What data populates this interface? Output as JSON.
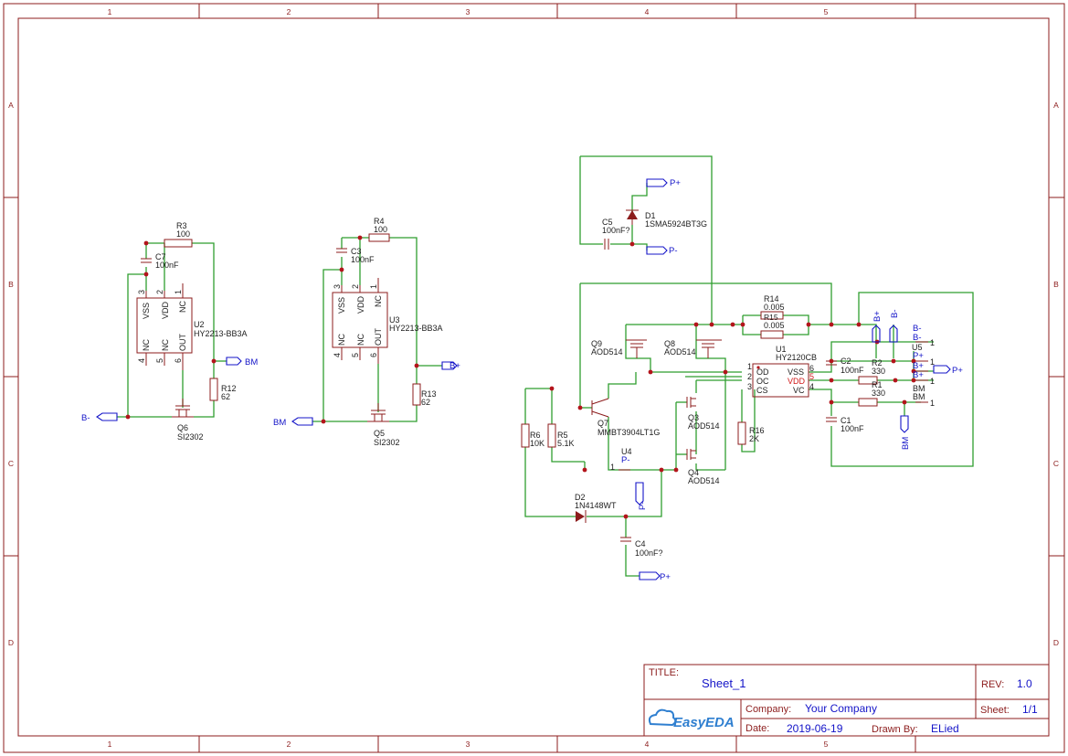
{
  "title_block": {
    "title_label": "TITLE:",
    "title_value": "Sheet_1",
    "rev_label": "REV:",
    "rev_value": "1.0",
    "company_label": "Company:",
    "company_value": "Your Company",
    "sheet_label": "Sheet:",
    "sheet_value": "1/1",
    "date_label": "Date:",
    "date_value": "2019-06-19",
    "drawn_label": "Drawn By:",
    "drawn_value": "ELied",
    "logo_text": "EasyEDA"
  },
  "zones": {
    "cols": [
      "1",
      "2",
      "3",
      "4",
      "5"
    ],
    "rows": [
      "A",
      "B",
      "C",
      "D"
    ]
  },
  "components": {
    "r3": {
      "ref": "R3",
      "val": "100"
    },
    "c7": {
      "ref": "C7",
      "val": "100nF"
    },
    "u2": {
      "ref": "U2",
      "val": "HY2213-BB3A",
      "pins_top": [
        "VSS",
        "VDD",
        "NC"
      ],
      "nums_top": [
        "3",
        "2",
        "1"
      ],
      "pins_bot": [
        "NC",
        "NC",
        "OUT"
      ],
      "nums_bot": [
        "4",
        "5",
        "6"
      ]
    },
    "r12": {
      "ref": "R12",
      "val": "62"
    },
    "q6": {
      "ref": "Q6",
      "val": "SI2302"
    },
    "r4": {
      "ref": "R4",
      "val": "100"
    },
    "c3": {
      "ref": "C3",
      "val": "100nF"
    },
    "u3": {
      "ref": "U3",
      "val": "HY2213-BB3A",
      "pins_top": [
        "VSS",
        "VDD",
        "NC"
      ],
      "nums_top": [
        "3",
        "2",
        "1"
      ],
      "pins_bot": [
        "NC",
        "NC",
        "OUT"
      ],
      "nums_bot": [
        "4",
        "5",
        "6"
      ]
    },
    "r13": {
      "ref": "R13",
      "val": "62"
    },
    "q5": {
      "ref": "Q5",
      "val": "SI2302"
    },
    "d1": {
      "ref": "D1",
      "val": "1SMA5924BT3G"
    },
    "c5": {
      "ref": "C5",
      "val": "100nF?"
    },
    "r14": {
      "ref": "R14",
      "val": "0.005"
    },
    "r15": {
      "ref": "R15",
      "val": "0.005"
    },
    "q9": {
      "ref": "Q9",
      "val": "AOD514"
    },
    "q8": {
      "ref": "Q8",
      "val": "AOD514"
    },
    "u1": {
      "ref": "U1",
      "val": "HY2120CB",
      "pins_left": [
        "OD",
        "OC",
        "CS"
      ],
      "nums_left": [
        "1",
        "2",
        "3"
      ],
      "pins_right": [
        "VSS",
        "VDD",
        "VC"
      ],
      "nums_right": [
        "6",
        "5",
        "4"
      ]
    },
    "c2": {
      "ref": "C2",
      "val": "100nF"
    },
    "r2": {
      "ref": "R2",
      "val": "330"
    },
    "r1": {
      "ref": "R1",
      "val": "330"
    },
    "c1": {
      "ref": "C1",
      "val": "100nF"
    },
    "q7": {
      "ref": "Q7",
      "val": "MMBT3904LT1G"
    },
    "q3": {
      "ref": "Q3",
      "val": "AOD514"
    },
    "q4": {
      "ref": "Q4",
      "val": "AOD514"
    },
    "r6": {
      "ref": "R6",
      "val": "10K"
    },
    "r5": {
      "ref": "R5",
      "val": "5.1K"
    },
    "r16": {
      "ref": "R16",
      "val": "2K"
    },
    "u4": {
      "ref": "U4",
      "val": "P-",
      "pin": "1"
    },
    "u5": {
      "ref": "U5",
      "pins": [
        "B-",
        "B-",
        "P+",
        "B+",
        "B+",
        "BM",
        "BM"
      ],
      "num": "1"
    },
    "d2": {
      "ref": "D2",
      "val": "1N4148WT"
    },
    "c4": {
      "ref": "C4",
      "val": "100nF?"
    }
  },
  "nets": {
    "bm": "BM",
    "bminus": "B-",
    "bplus": "B+",
    "pplus": "P+",
    "pminus": "P-"
  },
  "colors": {
    "frame": "#8c1c1c",
    "wire": "#2f9e2f",
    "net": "#1414c8",
    "junction": "#b3141b"
  }
}
